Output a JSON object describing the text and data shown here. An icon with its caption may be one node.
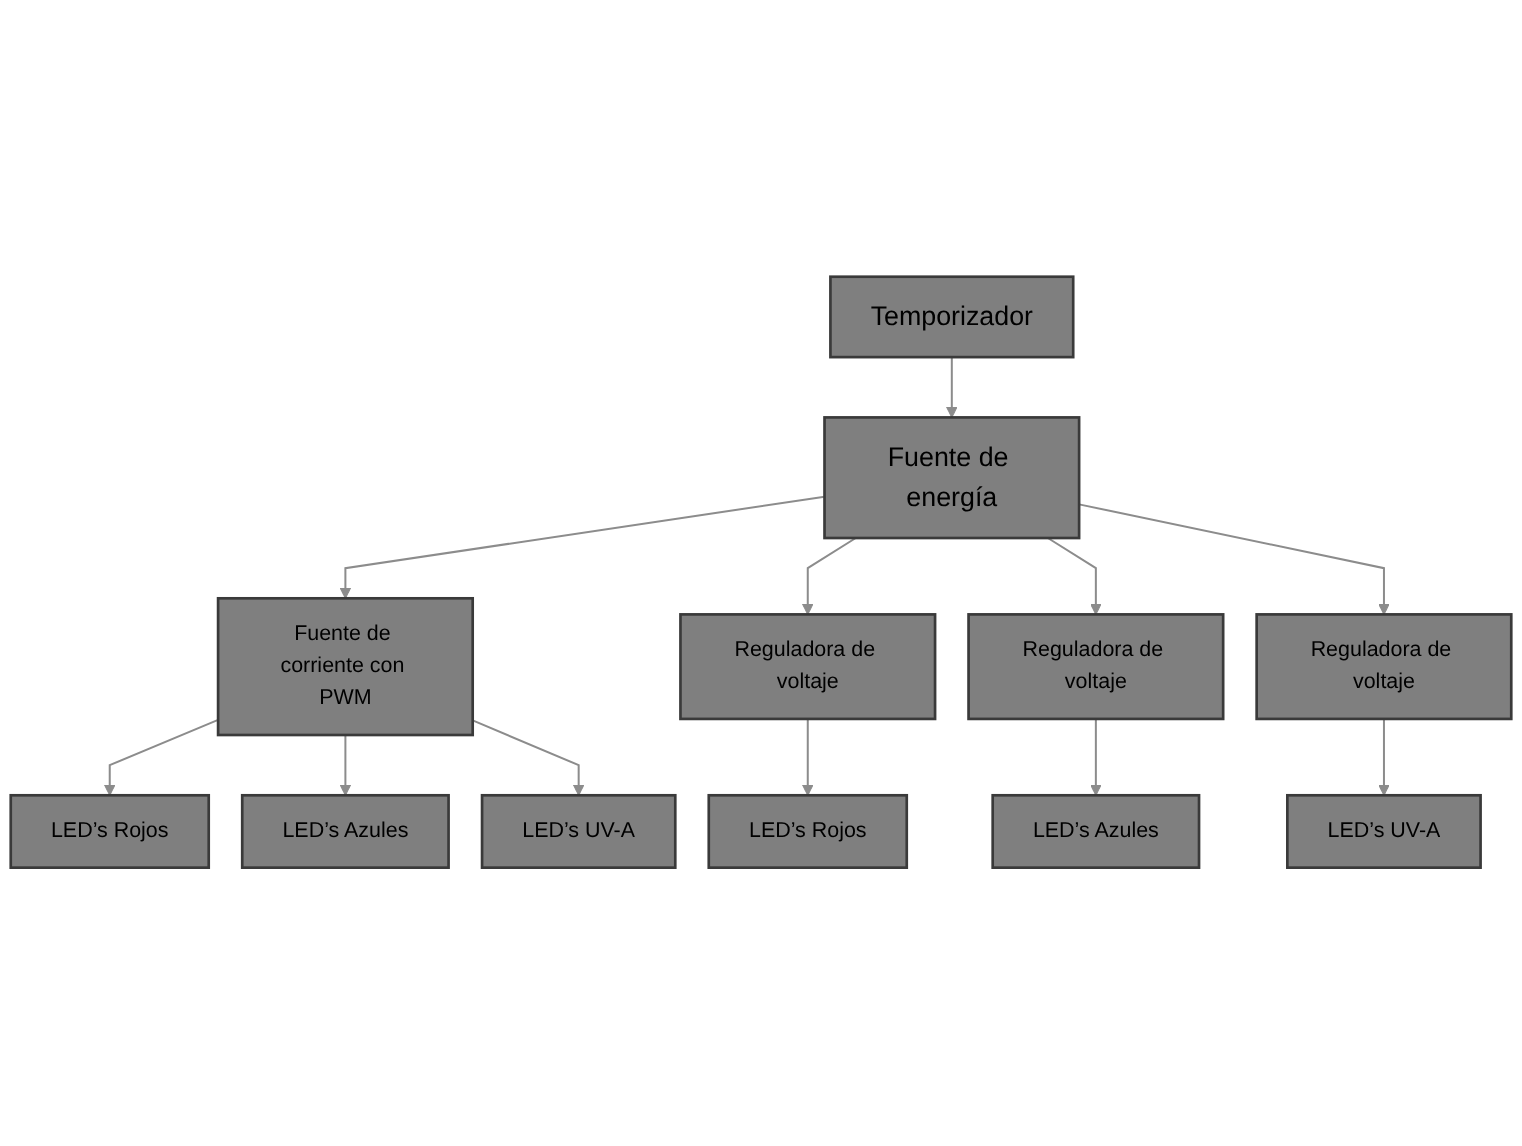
{
  "diagram": {
    "nodes": [
      {
        "text": [
          "Fuente de energía"
        ]
      },
      {
        "text": [
          "Temporizador"
        ]
      },
      {
        "text": [
          "Fuente de corriente con PWM"
        ]
      },
      {
        "text": [
          "Reguladora de voltaje"
        ]
      },
      {
        "text": [
          "Reguladora de voltaje"
        ]
      },
      {
        "text": [
          "Reguladora de voltaje"
        ]
      },
      {
        "text": [
          "LED’s Rojos"
        ]
      },
      {
        "text": [
          "LED’s Rojos"
        ]
      },
      {
        "text": [
          "LED’s Azules"
        ]
      },
      {
        "text": [
          "LED’s UV-A"
        ]
      },
      {
        "text": [
          "LED’s Azules"
        ]
      },
      {
        "text": [
          "LED’s UV-A"
        ]
      }
    ],
    "edges": [
      {
        "from": 1,
        "to": 0,
        "arrow": "to"
      },
      {
        "from": 0,
        "to": 2,
        "arrow": "to"
      },
      {
        "from": 0,
        "to": 3,
        "arrow": "to"
      },
      {
        "from": 0,
        "to": 4,
        "arrow": "to"
      },
      {
        "from": 0,
        "to": 5,
        "arrow": "to"
      },
      {
        "from": 2,
        "to": 6,
        "arrow": "to"
      },
      {
        "from": 2,
        "to": 10,
        "arrow": "to"
      },
      {
        "from": 2,
        "to": 11,
        "arrow": "to"
      },
      {
        "from": 3,
        "to": 7,
        "arrow": "to"
      },
      {
        "from": 4,
        "to": 8,
        "arrow": "to"
      },
      {
        "from": 5,
        "to": 9,
        "arrow": "to"
      }
    ]
  }
}
